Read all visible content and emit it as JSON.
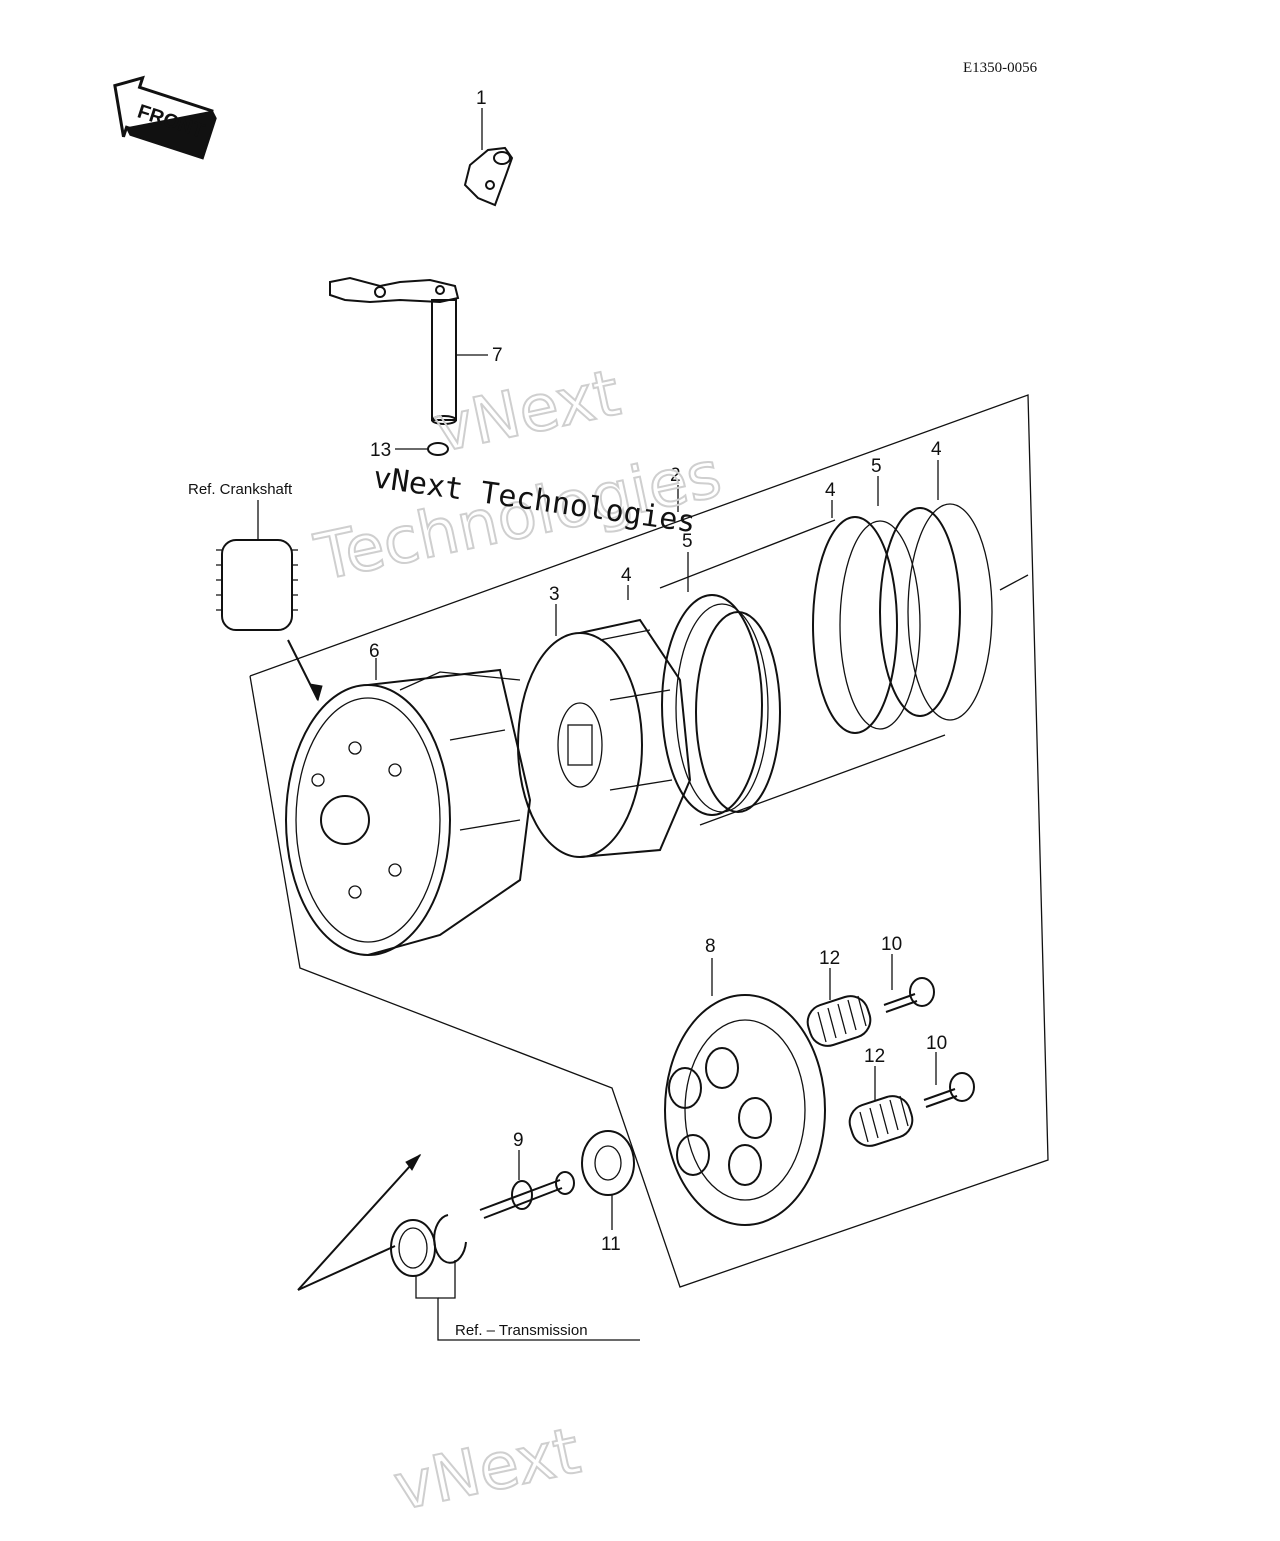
{
  "diagram_code": "E1350-0056",
  "front_arrow_label": "FRONT",
  "references": {
    "crankshaft": "Ref. Crankshaft",
    "transmission": "Ref. – Transmission"
  },
  "callouts": {
    "c1": "1",
    "c2": "2",
    "c3": "3",
    "c4a": "4",
    "c4b": "4",
    "c4c": "4",
    "c5a": "5",
    "c5b": "5",
    "c6": "6",
    "c7": "7",
    "c8": "8",
    "c9": "9",
    "c10a": "10",
    "c10b": "10",
    "c11": "11",
    "c12a": "12",
    "c12b": "12",
    "c13": "13"
  },
  "watermark": {
    "line1": "vNext",
    "line2": "Technologies",
    "caption": "vNext Technologies",
    "bottom": "vNext"
  }
}
